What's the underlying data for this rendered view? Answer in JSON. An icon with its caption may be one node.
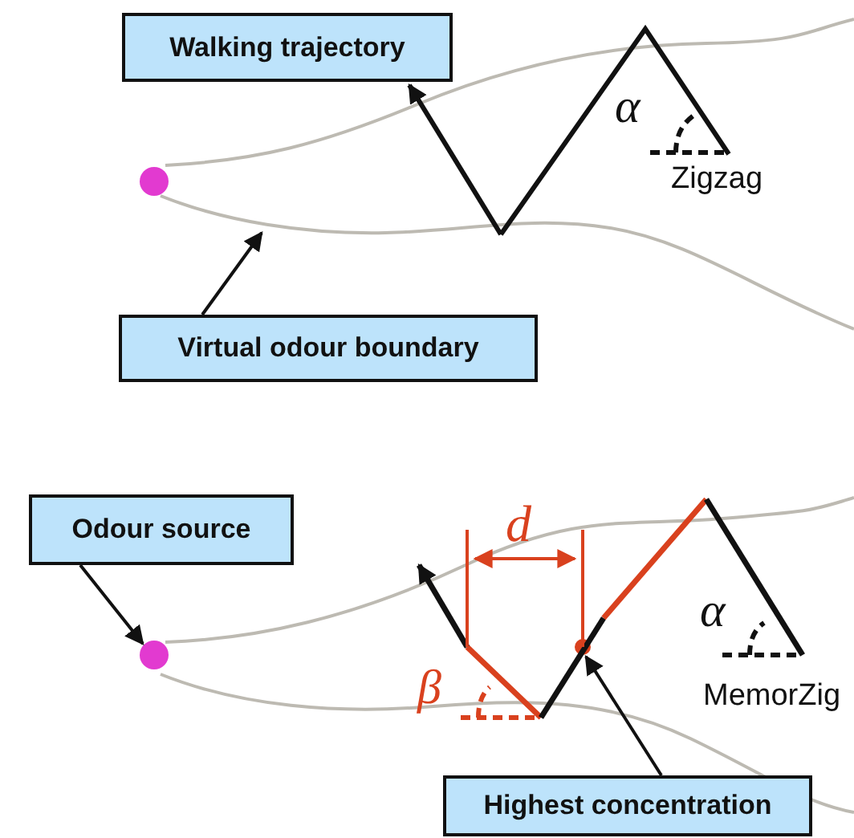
{
  "diagram": {
    "nodes": [
      {
        "text": [
          "Walking trajectory"
        ]
      },
      {
        "text": [],
        "shape": "line"
      },
      {
        "text": [],
        "shape": "circle"
      },
      {
        "text": [
          "Virtual odour boundary"
        ]
      },
      {
        "text": [
          "Odour source"
        ]
      },
      {
        "text": [],
        "shape": "circle"
      },
      {
        "text": [],
        "shape": "circle"
      },
      {
        "text": [
          "Highest concentration"
        ]
      }
    ],
    "edges": [
      {
        "from": 1,
        "to": 0,
        "arrow": "to"
      },
      {
        "from": 3,
        "to": null,
        "arrow": "to"
      },
      {
        "from": 4,
        "to": 5,
        "arrow": "to"
      },
      {
        "from": 7,
        "to": 6,
        "arrow": "to"
      }
    ],
    "labels": [
      "α",
      "Zigzag",
      "d",
      "β",
      "α",
      "MemorZig"
    ]
  }
}
